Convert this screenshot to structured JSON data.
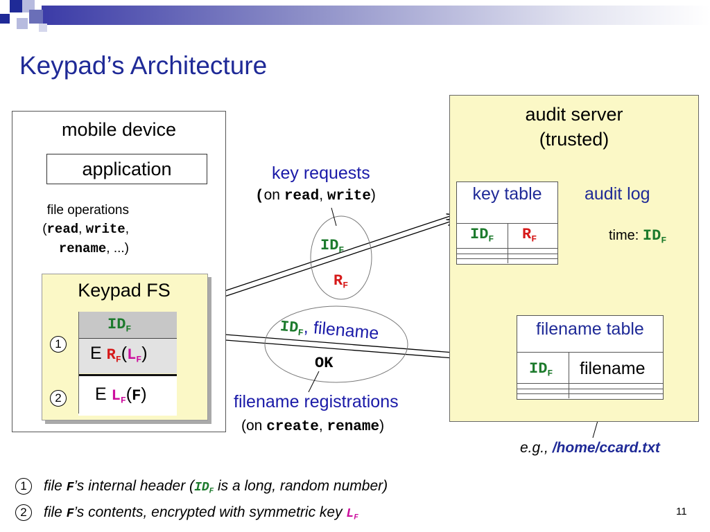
{
  "title": "Keypad’s  Architecture",
  "mobile_device": {
    "label": "mobile device",
    "application": "application",
    "file_ops": {
      "line1": "file operations",
      "read": "read",
      "write": "write",
      "rename": "rename",
      "etc": ", ...)"
    },
    "keypad_fs": {
      "label": "Keypad FS",
      "header_id": "ID",
      "header_sub": "F",
      "row1_e": "E",
      "row1_r": "R",
      "row1_rsub": "F",
      "row1_l": "L",
      "row1_lsub": "F",
      "row2_e": "E",
      "row2_l": "L",
      "row2_lsub": "F",
      "row2_f": "F",
      "marker1": "1",
      "marker2": "2"
    }
  },
  "audit_server": {
    "label_line1": "audit server",
    "label_line2": "(trusted)",
    "key_table": {
      "title": "key table",
      "id": "ID",
      "id_sub": "F",
      "r": "R",
      "r_sub": "F"
    },
    "audit_log": {
      "title": "audit log",
      "time_label": "time: ",
      "id": "ID",
      "id_sub": "F"
    },
    "filename_table": {
      "title": "filename table",
      "id": "ID",
      "id_sub": "F",
      "filename": "filename"
    },
    "example": {
      "prefix": "e.g., ",
      "path": "/home/ccard.txt"
    }
  },
  "key_requests": {
    "title": "key requests",
    "on": "on ",
    "read": "read",
    "write": "write",
    "id": "ID",
    "id_sub": "F",
    "r": "R",
    "r_sub": "F"
  },
  "filename_registrations": {
    "id": "ID",
    "id_sub": "F",
    "filename_label": ", filename",
    "ok": "OK",
    "title": "filename registrations",
    "on": "(on ",
    "create": "create",
    "rename": "rename"
  },
  "footnotes": {
    "n1": "1",
    "n1_pre": "file ",
    "n1_f": "F",
    "n1_text": "’s  internal header   (",
    "n1_id": "ID",
    "n1_id_sub": "F",
    "n1_tail": " is a long, random number)",
    "n2": "2",
    "n2_pre": "file ",
    "n2_f": "F",
    "n2_text": "’s contents, encrypted with symmetric key ",
    "n2_l": "L",
    "n2_l_sub": "F"
  },
  "page_number": "11",
  "colors": {
    "title_blue": "#1f2a97",
    "id_green": "#1c7a2c",
    "r_red": "#d61a1a",
    "l_magenta": "#cc0f9e",
    "panel_yellow": "#fbf8c6"
  }
}
